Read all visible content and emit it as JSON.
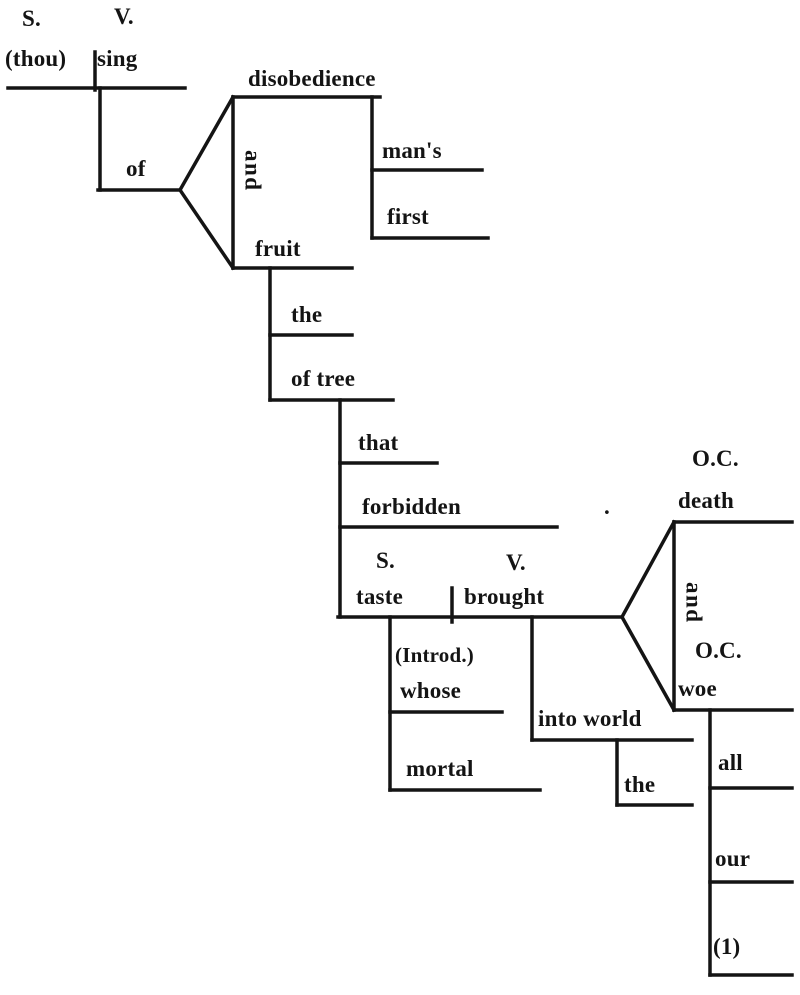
{
  "diagram": {
    "main_clause": {
      "subject_tag": "S.",
      "verb_tag": "V.",
      "subject": "(thou)",
      "verb": "sing"
    },
    "of_phrase": {
      "preposition": "of",
      "conjunction": "and",
      "object1": "disobedience",
      "object1_modifier1": "man's",
      "object1_modifier2": "first",
      "object2": "fruit",
      "object2_modifier": "the",
      "of_tree": {
        "phrase": "of tree",
        "modifier1": "that",
        "modifier2": "forbidden"
      }
    },
    "relative_clause": {
      "subject_tag": "S.",
      "verb_tag": "V.",
      "subject": "taste",
      "verb": "brought",
      "introducer_note": "(Introd.)",
      "subject_modifier1": "whose",
      "subject_modifier2": "mortal",
      "objects": {
        "conjunction": "and",
        "object1_tag": "O.C.",
        "object1": "death",
        "object2_tag": "O.C.",
        "object2": "woe",
        "object2_modifier1": "all",
        "object2_modifier2": "our"
      },
      "adverb_phrase": {
        "phrase": "into world",
        "modifier": "the"
      }
    },
    "stray_mark": ".",
    "footnote": "(1)"
  }
}
